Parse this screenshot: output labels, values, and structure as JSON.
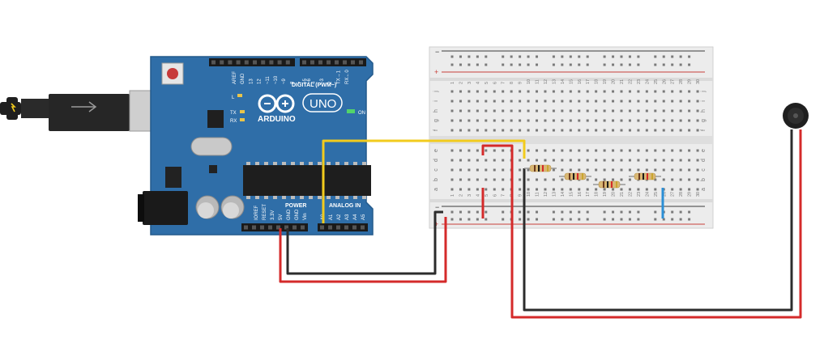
{
  "arduino": {
    "brand": "ARDUINO",
    "model": "UNO",
    "on_label": "ON",
    "l_label": "L",
    "tx_label": "TX",
    "rx_label": "RX",
    "digital_label": "DIGITAL (PWM~)",
    "power_label": "POWER",
    "analog_label": "ANALOG IN",
    "digital_pins": [
      "AREF",
      "GND",
      "13",
      "12",
      "~11",
      "~10",
      "~9",
      "8",
      "7",
      "~6",
      "~5",
      "4",
      "~3",
      "2",
      "TX→1",
      "RX←0"
    ],
    "power_pins": [
      "IOREF",
      "RESET",
      "3.3V",
      "5V",
      "GND",
      "GND",
      "Vin"
    ],
    "analog_pins": [
      "A0",
      "A1",
      "A2",
      "A3",
      "A4",
      "A5"
    ]
  },
  "breadboard": {
    "top_rail_minus": "−",
    "top_rail_plus": "+",
    "bottom_rail_minus": "−",
    "bottom_rail_plus": "+",
    "row_letters_top": [
      "j",
      "i",
      "h",
      "g",
      "f"
    ],
    "row_letters_bottom": [
      "e",
      "d",
      "c",
      "b",
      "a"
    ],
    "columns": [
      "1",
      "2",
      "3",
      "4",
      "5",
      "6",
      "7",
      "8",
      "9",
      "10",
      "11",
      "12",
      "13",
      "14",
      "15",
      "16",
      "17",
      "18",
      "19",
      "20",
      "21",
      "22",
      "23",
      "24",
      "25",
      "26",
      "27",
      "28",
      "29",
      "30"
    ]
  },
  "colors": {
    "arduino_board": "#2f6ea8",
    "wire_red": "#d42a2a",
    "wire_black": "#2c2c2c",
    "wire_yellow": "#f2cb1d",
    "wire_blue": "#2b8fd6",
    "breadboard": "#e9e9e9"
  },
  "components": {
    "motor": "vibration-motor-icon",
    "usb": "usb-cable-icon",
    "power_jack": "dc-jack-icon"
  }
}
